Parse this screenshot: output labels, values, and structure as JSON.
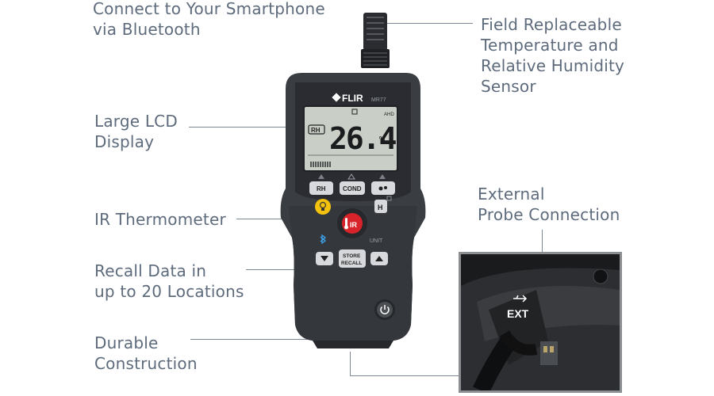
{
  "callouts": {
    "bluetooth": [
      "Connect to Your Smartphone",
      "via Bluetooth"
    ],
    "sensor": [
      "Field Replaceable",
      "Temperature and",
      "Relative Humidity",
      "Sensor"
    ],
    "lcd": [
      "Large LCD",
      "Display"
    ],
    "ir": [
      "IR Thermometer"
    ],
    "probe": [
      "External",
      "Probe Connection"
    ],
    "recall": [
      "Recall Data in",
      "up to 20 Locations"
    ],
    "durable": [
      "Durable",
      "Construction"
    ]
  },
  "device": {
    "brand": "FLIR",
    "model": "MR77",
    "mode_badge": "RH",
    "reading": "26.4",
    "unit": "%",
    "ahd_label": "AHD",
    "buttons": {
      "rh": "RH",
      "cond": "COND",
      "ir": "IR",
      "store_line1": "STORE",
      "store_line2": "RECALL",
      "unit": "UNIT"
    }
  },
  "inset": {
    "port_label": "EXT"
  },
  "colors": {
    "callout_text": "#5e6b7c",
    "leader_line": "#7d8896",
    "body": "#3a3d42",
    "lcd": "#c9cfc6",
    "ir_button": "#d8232a",
    "light_button": "#f4c20d"
  }
}
